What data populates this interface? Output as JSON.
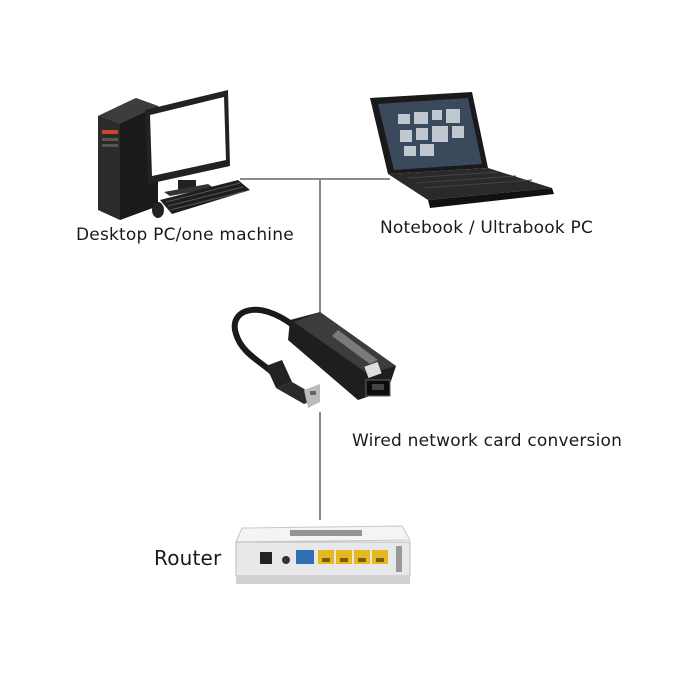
{
  "labels": {
    "desktop": "Desktop PC/one machine",
    "notebook": "Notebook / Ultrabook PC",
    "adapter": "Wired network card conversion",
    "router": "Router"
  },
  "colors": {
    "line": "#8a8a8a",
    "device_dark": "#1c1c1c",
    "router_body": "#e8e8e8",
    "router_ports": "#e6b820",
    "router_blue_port": "#2f6fb5",
    "laptop_screen": "#3a4a5c"
  },
  "icons": [
    "desktop-pc-icon",
    "laptop-icon",
    "usb-ethernet-adapter-icon",
    "router-icon"
  ]
}
